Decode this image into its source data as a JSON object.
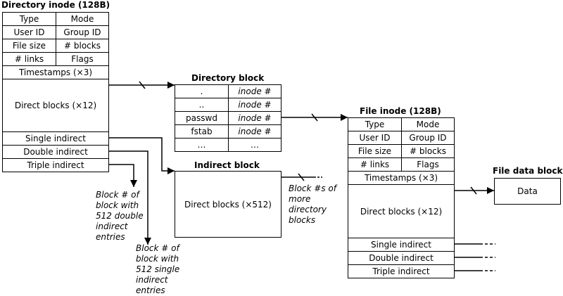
{
  "directory_inode": {
    "title": "Directory inode (128B)",
    "type": "Type",
    "mode": "Mode",
    "user_id": "User ID",
    "group_id": "Group ID",
    "file_size": "File size",
    "blocks": "# blocks",
    "links": "# links",
    "flags": "Flags",
    "timestamps": "Timestamps (×3)",
    "direct": "Direct blocks (×12)",
    "single": "Single indirect",
    "double": "Double indirect",
    "triple": "Triple indirect"
  },
  "directory_block": {
    "title": "Directory block",
    "rows": [
      {
        "name": ".",
        "value": "inode #"
      },
      {
        "name": "..",
        "value": "inode #"
      },
      {
        "name": "passwd",
        "value": "inode #"
      },
      {
        "name": "fstab",
        "value": "inode #"
      },
      {
        "name": "…",
        "value": "…"
      }
    ]
  },
  "indirect_block": {
    "title": "Indirect block",
    "direct": "Direct blocks (×512)"
  },
  "file_inode": {
    "title": "File inode (128B)",
    "type": "Type",
    "mode": "Mode",
    "user_id": "User ID",
    "group_id": "Group ID",
    "file_size": "File size",
    "blocks": "# blocks",
    "links": "# links",
    "flags": "Flags",
    "timestamps": "Timestamps (×3)",
    "direct": "Direct blocks (×12)",
    "single": "Single indirect",
    "double": "Double indirect",
    "triple": "Triple indirect"
  },
  "file_data_block": {
    "title": "File data block",
    "label": "Data"
  },
  "notes": {
    "double_indirect": [
      "Block # of",
      "block with",
      "512 double",
      "indirect",
      "entries"
    ],
    "single_indirect": [
      "Block # of",
      "block with",
      "512 single",
      "indirect",
      "entries"
    ],
    "more_directory": [
      "Block #s of",
      "more",
      "directory",
      "blocks"
    ]
  }
}
